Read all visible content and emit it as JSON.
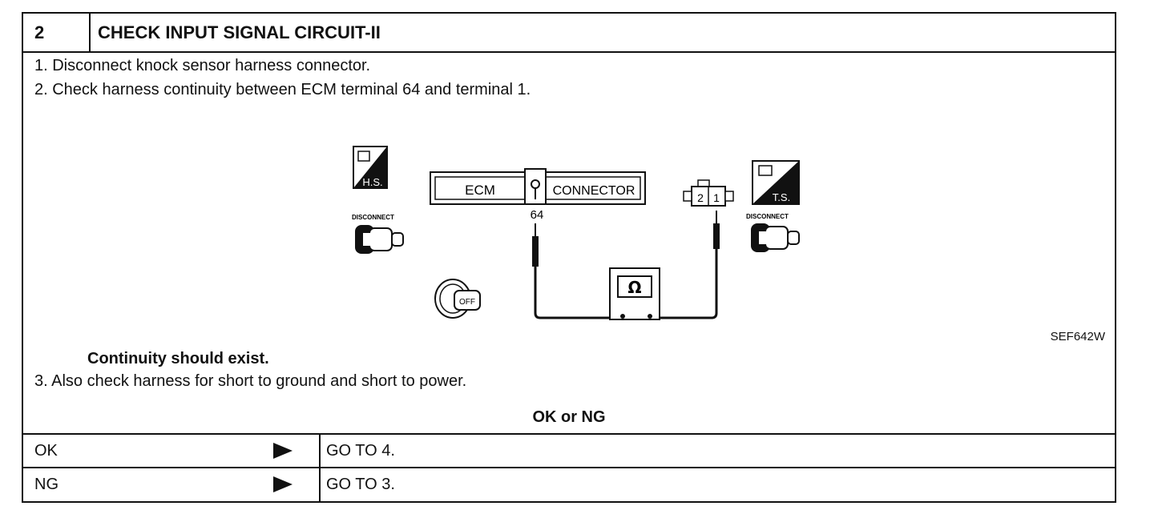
{
  "header": {
    "step_number": "2",
    "title": "CHECK INPUT SIGNAL CIRCUIT-II"
  },
  "steps": {
    "s1": "1.  Disconnect knock sensor harness connector.",
    "s2": "2.  Check harness continuity between ECM terminal 64 and terminal 1.",
    "s3": "3.  Also check harness for short to ground and short to power."
  },
  "diagram": {
    "hs_label": "H.S.",
    "ts_label": "T.S.",
    "disconnect_left": "DISCONNECT",
    "disconnect_right": "DISCONNECT",
    "ecm_label": "ECM",
    "connector_label": "CONNECTOR",
    "terminal_64": "64",
    "pin_2": "2",
    "pin_1": "1",
    "ohm_symbol": "Ω",
    "key_off": "OFF",
    "figure_code": "SEF642W"
  },
  "continuity_note": "Continuity should exist.",
  "result_prompt": "OK or NG",
  "results": [
    {
      "label": "OK",
      "action": "GO TO 4."
    },
    {
      "label": "NG",
      "action": "GO TO 3."
    }
  ]
}
